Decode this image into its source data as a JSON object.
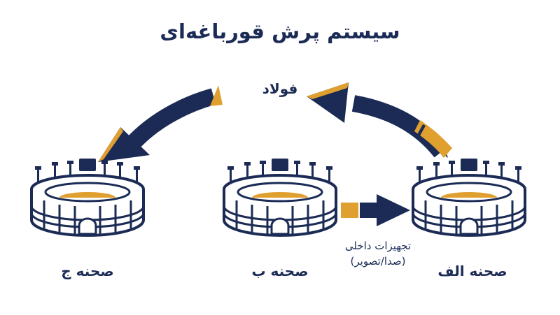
{
  "title": "سیستم پرش قورباغه‌ای",
  "hub_label": "فولاد",
  "stages": {
    "c": "صحنه ج",
    "b": "صحنه ب",
    "a": "صحنه الف"
  },
  "transfer_label": {
    "line1": "تجهیزات داخلی",
    "line2": "(صدا/تصویر)"
  },
  "icons": {
    "stage_c": "stadium-icon",
    "stage_b": "stadium-icon",
    "stage_a": "stadium-icon",
    "steel_to_c": "curved-arrow-icon",
    "a_to_steel": "curved-arrow-icon",
    "b_to_a": "right-arrow-icon"
  },
  "colors": {
    "navy": "#1b2b55",
    "gold": "#e0a030",
    "background": "#ffffff"
  }
}
